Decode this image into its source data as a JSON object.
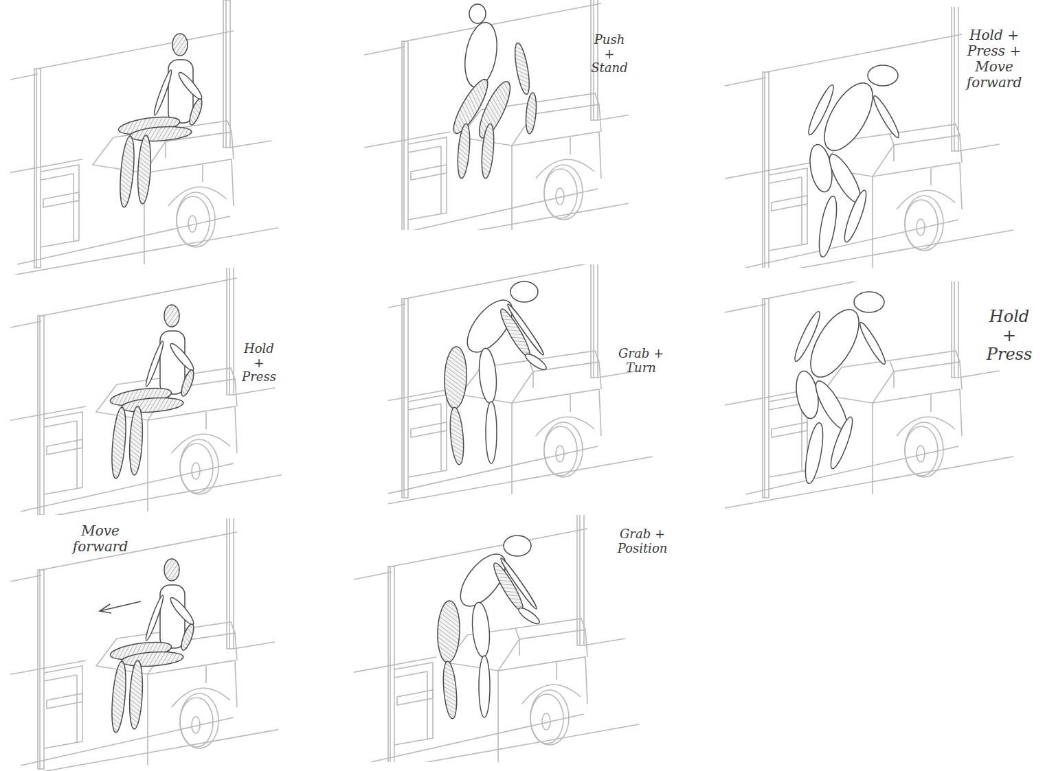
{
  "diagram": {
    "labels": [
      "Push + Stand",
      "Hold + Press + Move forward",
      "Hold + Press",
      "Grab + Turn",
      "Hold + Press",
      "Move forward",
      "Grab + Position"
    ]
  }
}
